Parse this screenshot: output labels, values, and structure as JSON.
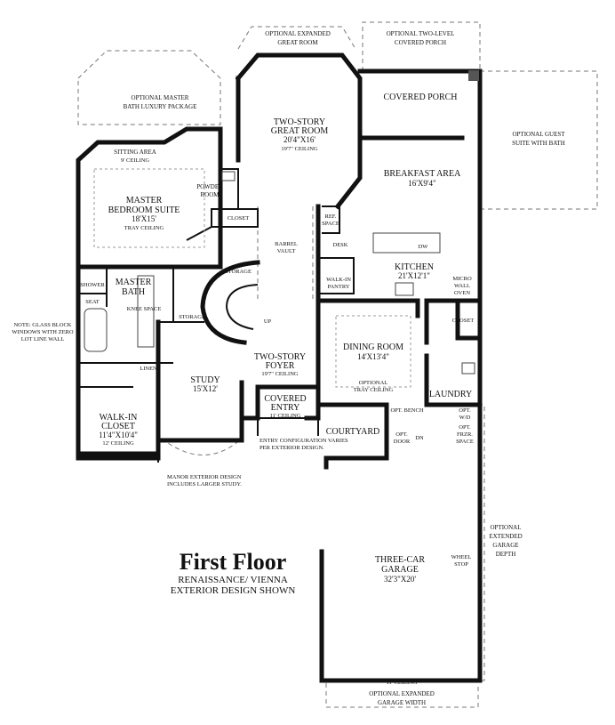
{
  "title": {
    "main": "First Floor",
    "line1": "RENAISSANCE/ VIENNA",
    "line2": "EXTERIOR DESIGN SHOWN"
  },
  "options": {
    "great_room_1": "OPTIONAL EXPANDED",
    "great_room_2": "GREAT ROOM",
    "porch_1": "OPTIONAL TWO-LEVEL",
    "porch_2": "COVERED PORCH",
    "master_bath_1": "OPTIONAL MASTER",
    "master_bath_2": "BATH LUXURY PACKAGE",
    "guest_1": "OPTIONAL GUEST",
    "guest_2": "SUITE WITH BATH",
    "garage_depth_1": "OPTIONAL",
    "garage_depth_2": "EXTENDED",
    "garage_depth_3": "GARAGE",
    "garage_depth_4": "DEPTH",
    "garage_width_1": "OPTIONAL EXPANDED",
    "garage_width_2": "GARAGE WIDTH"
  },
  "rooms": {
    "great_room": {
      "name1": "TWO-STORY",
      "name2": "GREAT ROOM",
      "dim": "20'4\"X16'",
      "ceiling": "19'7\" CEILING"
    },
    "covered_porch": {
      "name": "COVERED PORCH"
    },
    "sitting_area": {
      "name": "SITTING AREA",
      "ceiling": "9' CEILING"
    },
    "powder_room": {
      "name1": "POWDER",
      "name2": "ROOM"
    },
    "breakfast": {
      "name": "BREAKFAST AREA",
      "dim": "16'X9'4\""
    },
    "master_suite": {
      "name1": "MASTER",
      "name2": "BEDROOM SUITE",
      "dim": "18'X15'",
      "ceiling": "TRAY CEILING"
    },
    "closet_1": {
      "name": "CLOSET"
    },
    "barrel_vault": {
      "name1": "BARREL",
      "name2": "VAULT"
    },
    "ref_space": {
      "name1": "REF.",
      "name2": "SPACE"
    },
    "desk": {
      "name": "DESK"
    },
    "dw": {
      "name": "DW"
    },
    "kitchen": {
      "name": "KITCHEN",
      "dim": "21'X12'1\""
    },
    "walk_in_pantry": {
      "name1": "WALK-IN",
      "name2": "PANTRY"
    },
    "micro_wall_oven": {
      "name1": "MICRO",
      "name2": "WALL",
      "name3": "OVEN"
    },
    "storage_1": {
      "name": "STORAGE"
    },
    "storage_2": {
      "name": "STORAGE"
    },
    "shower": {
      "name": "SHOWER"
    },
    "seat": {
      "name": "SEAT"
    },
    "master_bath": {
      "name1": "MASTER",
      "name2": "BATH"
    },
    "knee_space": {
      "name": "KNEE SPACE"
    },
    "up": {
      "name": "UP"
    },
    "closet_2": {
      "name": "CLOSET"
    },
    "dining": {
      "name": "DINING ROOM",
      "dim": "14'X13'4\"",
      "ceiling1": "OPTIONAL",
      "ceiling2": "TRAY CEILING"
    },
    "linen": {
      "name": "LINEN"
    },
    "study": {
      "name": "STUDY",
      "dim": "15'X12'"
    },
    "foyer": {
      "name1": "TWO-STORY",
      "name2": "FOYER",
      "ceiling": "19'7\" CEILING"
    },
    "covered_entry": {
      "name1": "COVERED",
      "name2": "ENTRY",
      "ceiling": "11' CEILING"
    },
    "laundry": {
      "name": "LAUNDRY"
    },
    "walk_in_closet": {
      "name1": "WALK-IN",
      "name2": "CLOSET",
      "dim": "11'4\"X10'4\"",
      "ceiling": "12' CEILING"
    },
    "opt_bench": {
      "name": "OPT. BENCH"
    },
    "opt_wd": {
      "name1": "OPT.",
      "name2": "W/D"
    },
    "courtyard": {
      "name": "COURTYARD"
    },
    "opt_door": {
      "name1": "OPT.",
      "name2": "DOOR"
    },
    "dn": {
      "name": "DN"
    },
    "opt_frzr": {
      "name1": "OPT.",
      "name2": "FRZR.",
      "name3": "SPACE"
    },
    "garage": {
      "name1": "THREE-CAR",
      "name2": "GARAGE",
      "dim": "32'3\"X20'",
      "ceiling": "11' CEILING"
    },
    "wheel_stop": {
      "name1": "WHEEL",
      "name2": "STOP"
    }
  },
  "notes": {
    "glass_block_1": "NOTE: GLASS BLOCK",
    "glass_block_2": "WINDOWS WITH ZERO",
    "glass_block_3": "LOT LINE WALL",
    "entry_config_1": "ENTRY CONFIGURATION VARIES",
    "entry_config_2": "PER EXTERIOR DESIGN.",
    "manor_1": "MANOR EXTERIOR DESIGN",
    "manor_2": "INCLUDES LARGER STUDY."
  }
}
